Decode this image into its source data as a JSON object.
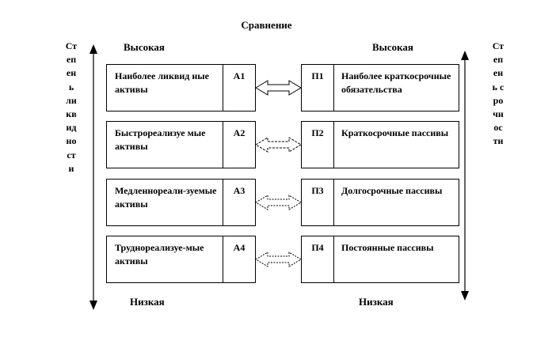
{
  "diagram": {
    "title": "Сравнение",
    "left_top": "Высокая",
    "left_bottom": "Низкая",
    "right_top": "Высокая",
    "right_bottom": "Низкая",
    "left_axis": "Степень ликвидности",
    "right_axis": "Степень срочности",
    "assets": [
      {
        "code": "А1",
        "label": "Наиболее ликвид ные активы"
      },
      {
        "code": "А2",
        "label": "Быстрореализуе мые активы"
      },
      {
        "code": "А3",
        "label": "Медленнореали-зуемые активы"
      },
      {
        "code": "А4",
        "label": "Труднореализуе-мые активы"
      }
    ],
    "liabilities": [
      {
        "code": "П1",
        "label": "Наиболее краткосрочные обязательства"
      },
      {
        "code": "П2",
        "label": "Краткосрочные пассивы"
      },
      {
        "code": "П3",
        "label": "Долгосрочные пассивы"
      },
      {
        "code": "П4",
        "label": "Постоянные пассивы"
      }
    ]
  }
}
